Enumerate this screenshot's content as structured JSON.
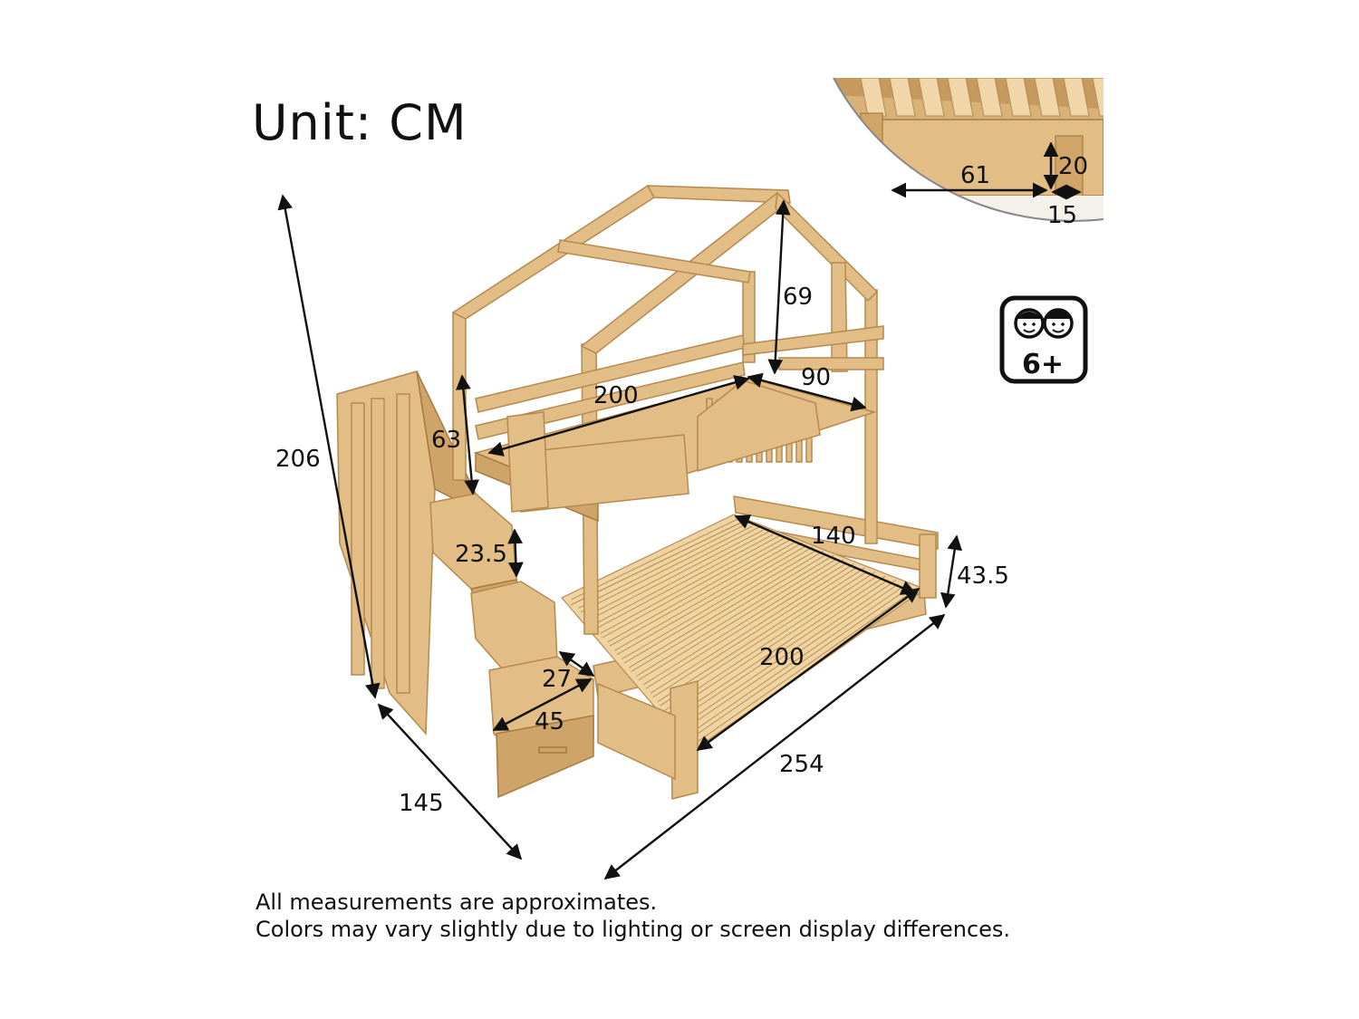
{
  "header": {
    "unit_label": "Unit: CM"
  },
  "dimensions": {
    "total_height": "206",
    "depth": "145",
    "total_length": "254",
    "lower_bed_length": "200",
    "lower_bed_width": "140",
    "lower_bed_height": "43.5",
    "upper_bed_length": "200",
    "upper_bed_width": "90",
    "roof_height": "69",
    "guardrail_height": "63",
    "step_height": "23.5",
    "step_depth": "27",
    "step_width": "45"
  },
  "inset": {
    "shelf_length": "61",
    "shelf_height": "20",
    "shelf_depth": "15"
  },
  "badge": {
    "age_label": "6+",
    "icon": "two-children-icon"
  },
  "footer": {
    "note1": "All measurements are approximates.",
    "note2": "Colors may vary slightly due to lighting or screen display differences."
  },
  "colors": {
    "wood": "#e2bd85",
    "wood_dark": "#cfa468",
    "text": "#111111"
  }
}
